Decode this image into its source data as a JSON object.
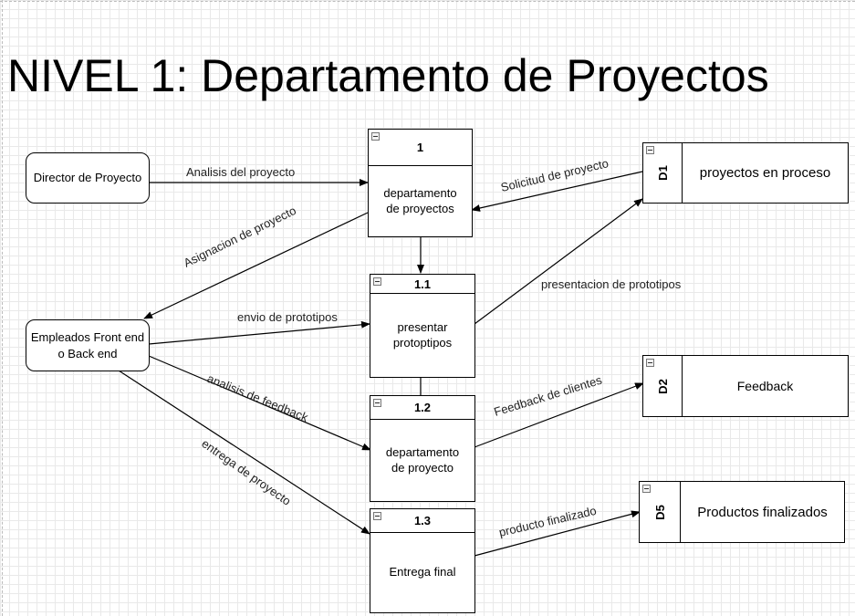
{
  "title": "NIVEL 1: Departamento de Proyectos",
  "entities": {
    "director": "Director de Proyecto",
    "empleados_line1": "Empleados Front end",
    "empleados_line2": "o Back end"
  },
  "processes": {
    "p1": {
      "id": "1",
      "label_line1": "departamento",
      "label_line2": "de proyectos"
    },
    "p11": {
      "id": "1.1",
      "label_line1": "presentar",
      "label_line2": "protoptipos"
    },
    "p12": {
      "id": "1.2",
      "label_line1": "departamento",
      "label_line2": "de proyecto"
    },
    "p13": {
      "id": "1.3",
      "label_line1": "Entrega final"
    }
  },
  "stores": {
    "d1": {
      "id": "D1",
      "name": "proyectos en proceso"
    },
    "d2": {
      "id": "D2",
      "name": "Feedback"
    },
    "d5": {
      "id": "D5",
      "name": "Productos finalizados"
    }
  },
  "flows": {
    "analisis_proyecto": "Analisis del proyecto",
    "solicitud_proyecto": "Solicitud de proyecto",
    "asignacion_proyecto": "Asignacion de proyecto",
    "envio_prototipos": "envio de prototipos",
    "presentacion_prototipos": "presentacion de prototipos",
    "analisis_feedback": "analisis de feedback",
    "feedback_clientes": "Feedback de clientes",
    "entrega_proyecto": "entrega de proyecto",
    "producto_finalizado": "producto finalizado"
  }
}
